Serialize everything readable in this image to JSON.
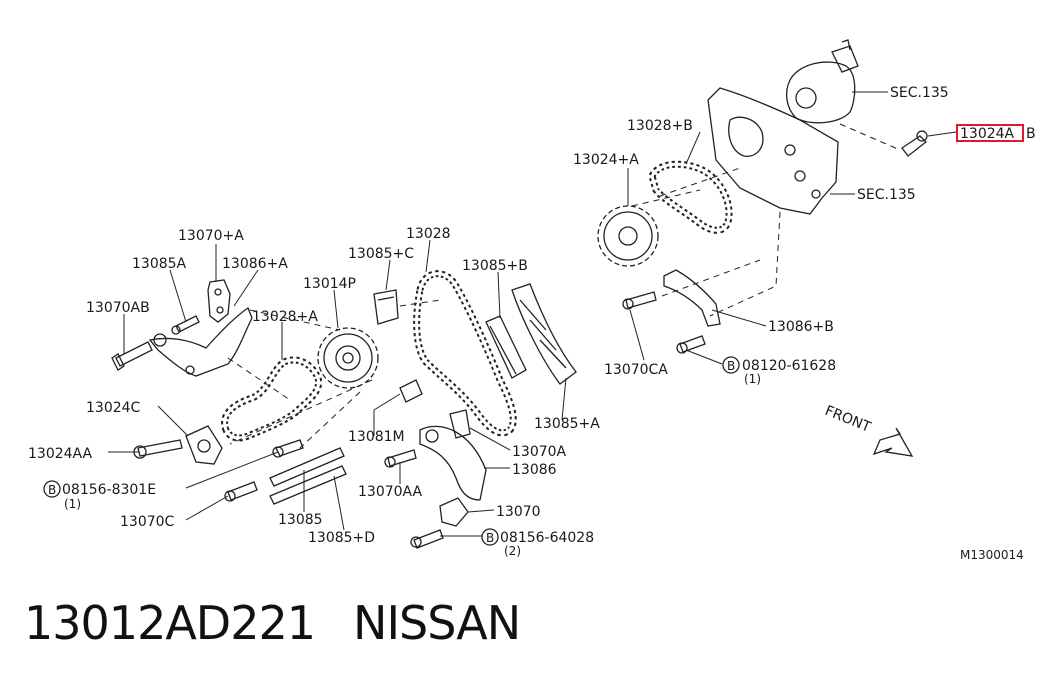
{
  "labels": {
    "l13070_A": "13070+A",
    "l13085A": "13085A",
    "l13086_A": "13086+A",
    "l13085_C": "13085+C",
    "l13028": "13028",
    "l13085_B": "13085+B",
    "l13014P": "13014P",
    "l13070AB": "13070AB",
    "l13028_A": "13028+A",
    "l13024C": "13024C",
    "l13024AA": "13024AA",
    "l08156_8301E": "08156-8301E",
    "q1a": "(1)",
    "l13070C": "13070C",
    "l13085": "13085",
    "l13085_D": "13085+D",
    "l13081M": "13081M",
    "l13070A": "13070A",
    "l13086": "13086",
    "l13070AA": "13070AA",
    "l13070": "13070",
    "l08156_64028": "08156-64028",
    "q2": "(2)",
    "l13085_A": "13085+A",
    "l13028_B": "13028+B",
    "l13024_A": "13024+A",
    "lSEC135a": "SEC.135",
    "lSEC135b": "SEC.135",
    "l13024A": "13024A",
    "lB": "B",
    "l13086_B": "13086+B",
    "l13070CA": "13070CA",
    "l08120_61628": "08120-61628",
    "q1b": "(1)",
    "front": "FRONT",
    "diagram_id": "M1300014",
    "bolt_symbol": "B"
  },
  "caption": {
    "part_number": "13012AD221",
    "brand": "NISSAN"
  },
  "highlight_color": "#e0182b"
}
